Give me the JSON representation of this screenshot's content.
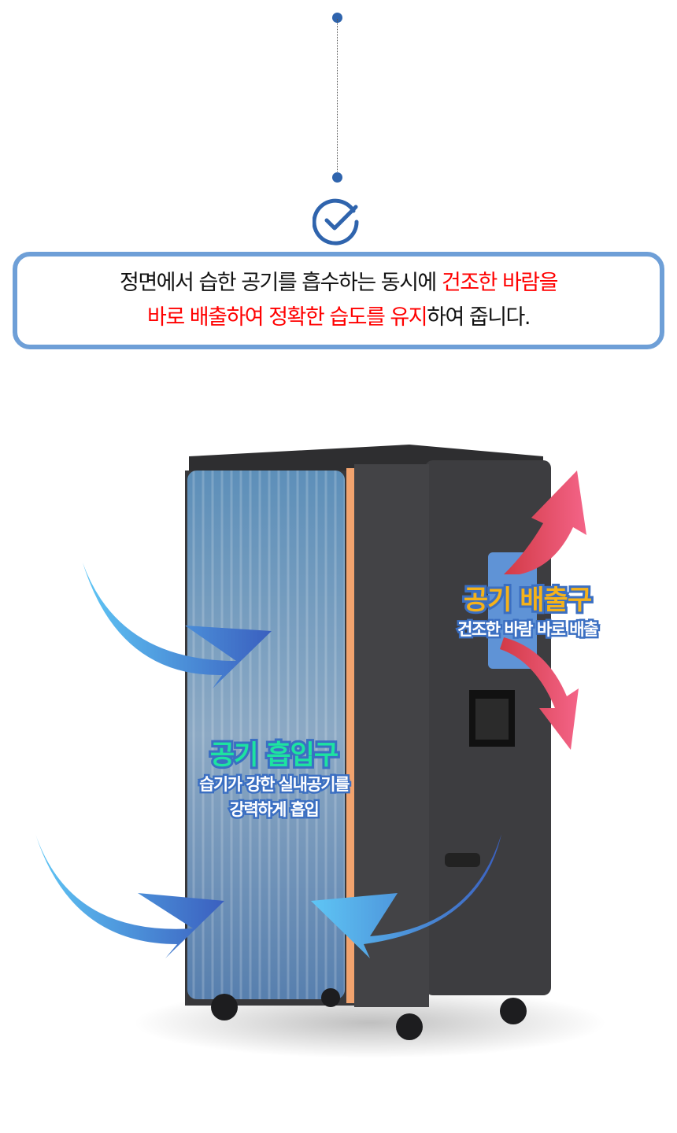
{
  "intro": {
    "line1_black": "정면에서 습한 공기를 흡수하는 동시에 ",
    "line1_red": "건조한 바람을",
    "line2_red": "바로 배출하여 정확한 습도를 유지",
    "line2_black": "하여 줍니다."
  },
  "exhaust": {
    "title": "공기 배출구",
    "subtitle": "건조한 바람 바로 배출"
  },
  "intake": {
    "title": "공기 흡입구",
    "subtitle_line1": "습기가 강한 실내공기를",
    "subtitle_line2": "강력하게 흡입"
  },
  "colors": {
    "accent": "#2f64ad",
    "box_border": "#6e9fd7",
    "highlight": "#ff0000",
    "exhaust_title": "#f5b21a",
    "intake_title": "#1de3a0"
  }
}
